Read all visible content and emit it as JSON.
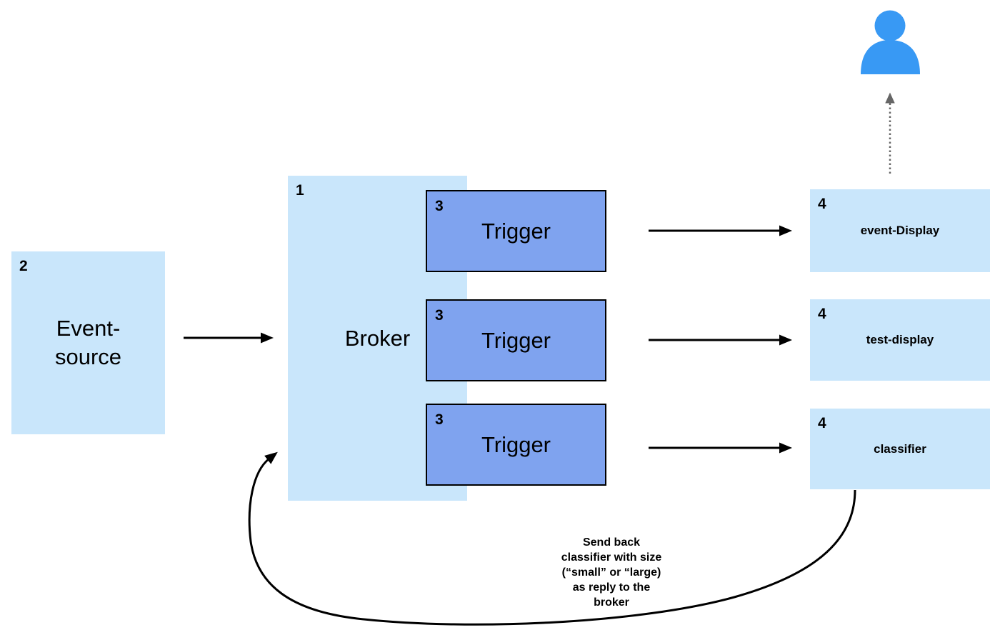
{
  "diagram_title": "",
  "colors": {
    "box_fill_light": "#C9E6FB",
    "trigger_fill": "#7FA3EF",
    "trigger_border": "#000000",
    "person_icon_blue": "#3899F4",
    "arrow_black": "#000000",
    "dotted_arrow_gray": "#666666"
  },
  "nodes": {
    "event_source": {
      "number": "2",
      "label_lines": [
        "Event-",
        "source"
      ]
    },
    "broker": {
      "number": "1",
      "label": "Broker"
    },
    "triggers": [
      {
        "number": "3",
        "label": "Trigger"
      },
      {
        "number": "3",
        "label": "Trigger"
      },
      {
        "number": "3",
        "label": "Trigger"
      }
    ],
    "sinks": [
      {
        "number": "4",
        "label": "event-Display"
      },
      {
        "number": "4",
        "label": "test-display"
      },
      {
        "number": "4",
        "label": "classifier"
      }
    ],
    "person": {
      "icon": "person-icon"
    }
  },
  "annotation": {
    "lines": [
      "Send back",
      "classifier with size",
      "(“small” or “large)",
      "as reply to the",
      "broker"
    ]
  },
  "edges": [
    {
      "from": "event-source",
      "to": "broker",
      "style": "solid-arrow"
    },
    {
      "from": "trigger-1",
      "to": "event-Display",
      "style": "solid-arrow"
    },
    {
      "from": "trigger-2",
      "to": "test-display",
      "style": "solid-arrow"
    },
    {
      "from": "trigger-3",
      "to": "classifier",
      "style": "solid-arrow"
    },
    {
      "from": "event-Display",
      "to": "person",
      "style": "dotted-arrow"
    },
    {
      "from": "classifier",
      "to": "broker",
      "style": "curved-arrow",
      "label": "Send back classifier with size (“small” or “large) as reply to the broker"
    }
  ]
}
